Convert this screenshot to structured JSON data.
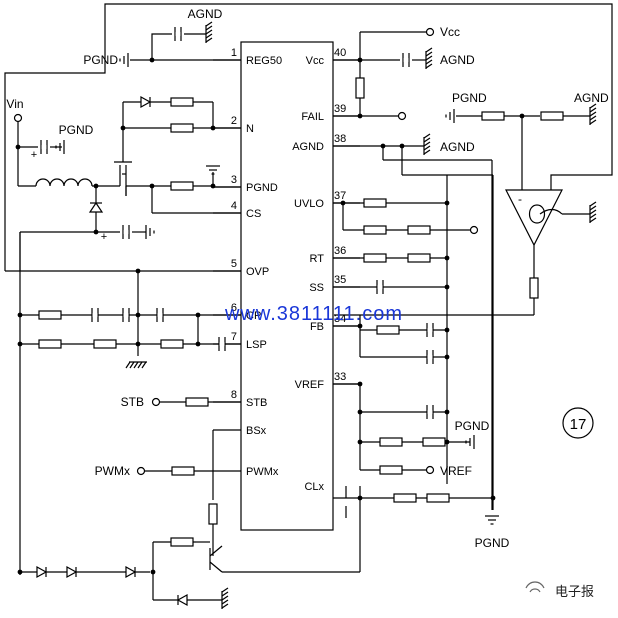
{
  "ic": {
    "left_pins": [
      {
        "num": "1",
        "name": "REG50"
      },
      {
        "num": "2",
        "name": "N"
      },
      {
        "num": "3",
        "name": "PGND"
      },
      {
        "num": "4",
        "name": "CS"
      },
      {
        "num": "5",
        "name": "OVP"
      },
      {
        "num": "6",
        "name": "CP"
      },
      {
        "num": "7",
        "name": "LSP"
      },
      {
        "num": "8",
        "name": "STB"
      },
      {
        "num": "",
        "name": "BSx"
      },
      {
        "num": "",
        "name": "PWMx"
      }
    ],
    "right_pins": [
      {
        "num": "40",
        "name": "Vcc"
      },
      {
        "num": "39",
        "name": "FAIL"
      },
      {
        "num": "38",
        "name": "AGND"
      },
      {
        "num": "37",
        "name": "UVLO"
      },
      {
        "num": "36",
        "name": "RT"
      },
      {
        "num": "35",
        "name": "SS"
      },
      {
        "num": "34",
        "name": "FB"
      },
      {
        "num": "33",
        "name": "VREF"
      },
      {
        "num": "",
        "name": "CLx"
      }
    ]
  },
  "labels": {
    "agnd_top": "AGND",
    "pgnd_pin1": "PGND",
    "vin": "Vin",
    "pgnd_vin": "PGND",
    "vcc": "Vcc",
    "agnd_vcc": "AGND",
    "pgnd_fail": "PGND",
    "agnd_fail": "AGND",
    "agnd_38": "AGND",
    "stb": "STB",
    "pwmx": "PWMx",
    "pgnd_vref": "PGND",
    "vref_out": "VREF",
    "pgnd_bottom": "PGND",
    "figure_number": "17",
    "opamp_minus": "-"
  },
  "watermark": "www.3811111.com",
  "source_logo": "电子报"
}
